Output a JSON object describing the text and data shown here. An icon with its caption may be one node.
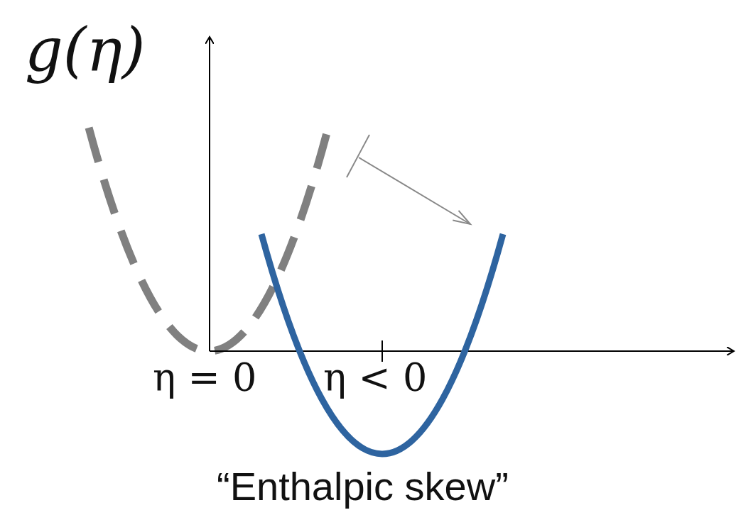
{
  "diagram": {
    "labels": [
      "g(η)",
      "η = 0",
      "η < 0",
      "“Enthalpic skew”"
    ]
  }
}
